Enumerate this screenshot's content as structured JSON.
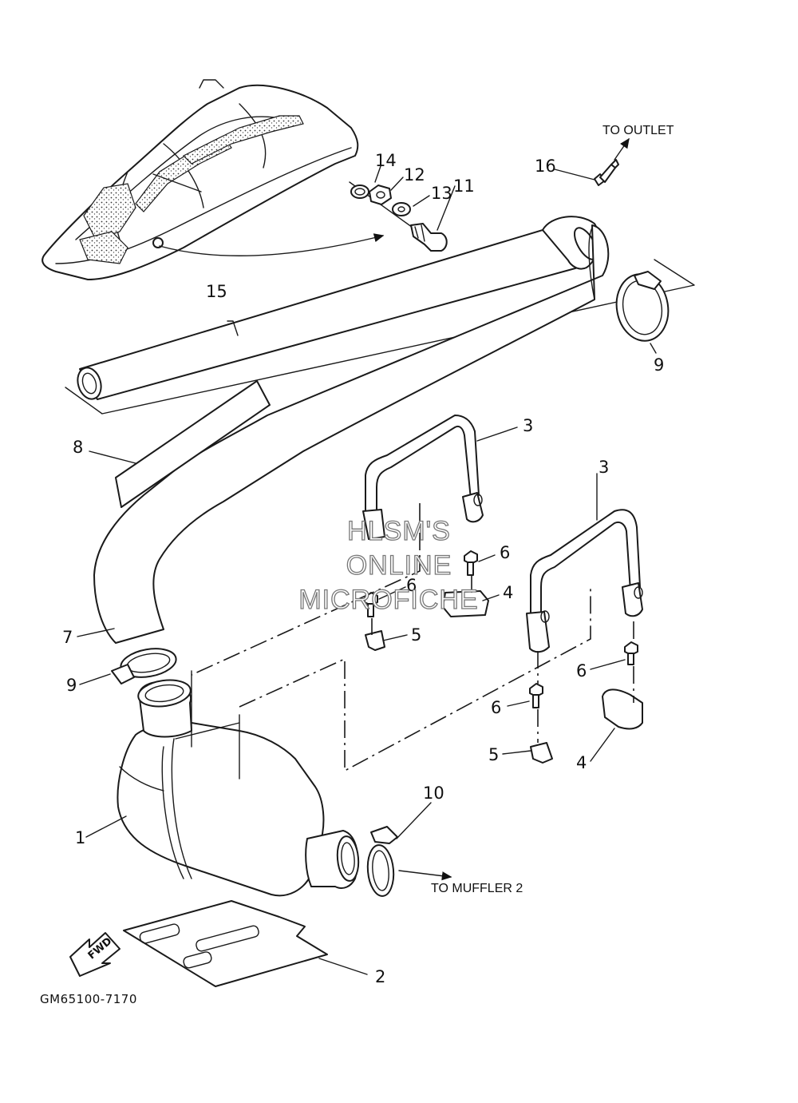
{
  "diagram": {
    "directions": {
      "to_outlet": "TO OUTLET",
      "to_muffler": "TO MUFFLER 2"
    },
    "part_code": "GM65100-7170",
    "fwd_label": "FWD",
    "watermark": [
      "HLSM'S",
      "ONLINE",
      "MICROFICHE"
    ],
    "callouts": {
      "p1": "1",
      "p2": "2",
      "p3a": "3",
      "p3b": "3",
      "p4a": "4",
      "p4b": "4",
      "p5a": "5",
      "p5b": "5",
      "p6a": "6",
      "p6b": "6",
      "p6c": "6",
      "p6d": "6",
      "p7": "7",
      "p8": "8",
      "p9a": "9",
      "p9b": "9",
      "p10": "10",
      "p11": "11",
      "p12": "12",
      "p13": "13",
      "p14": "14",
      "p15": "15",
      "p16": "16"
    }
  }
}
